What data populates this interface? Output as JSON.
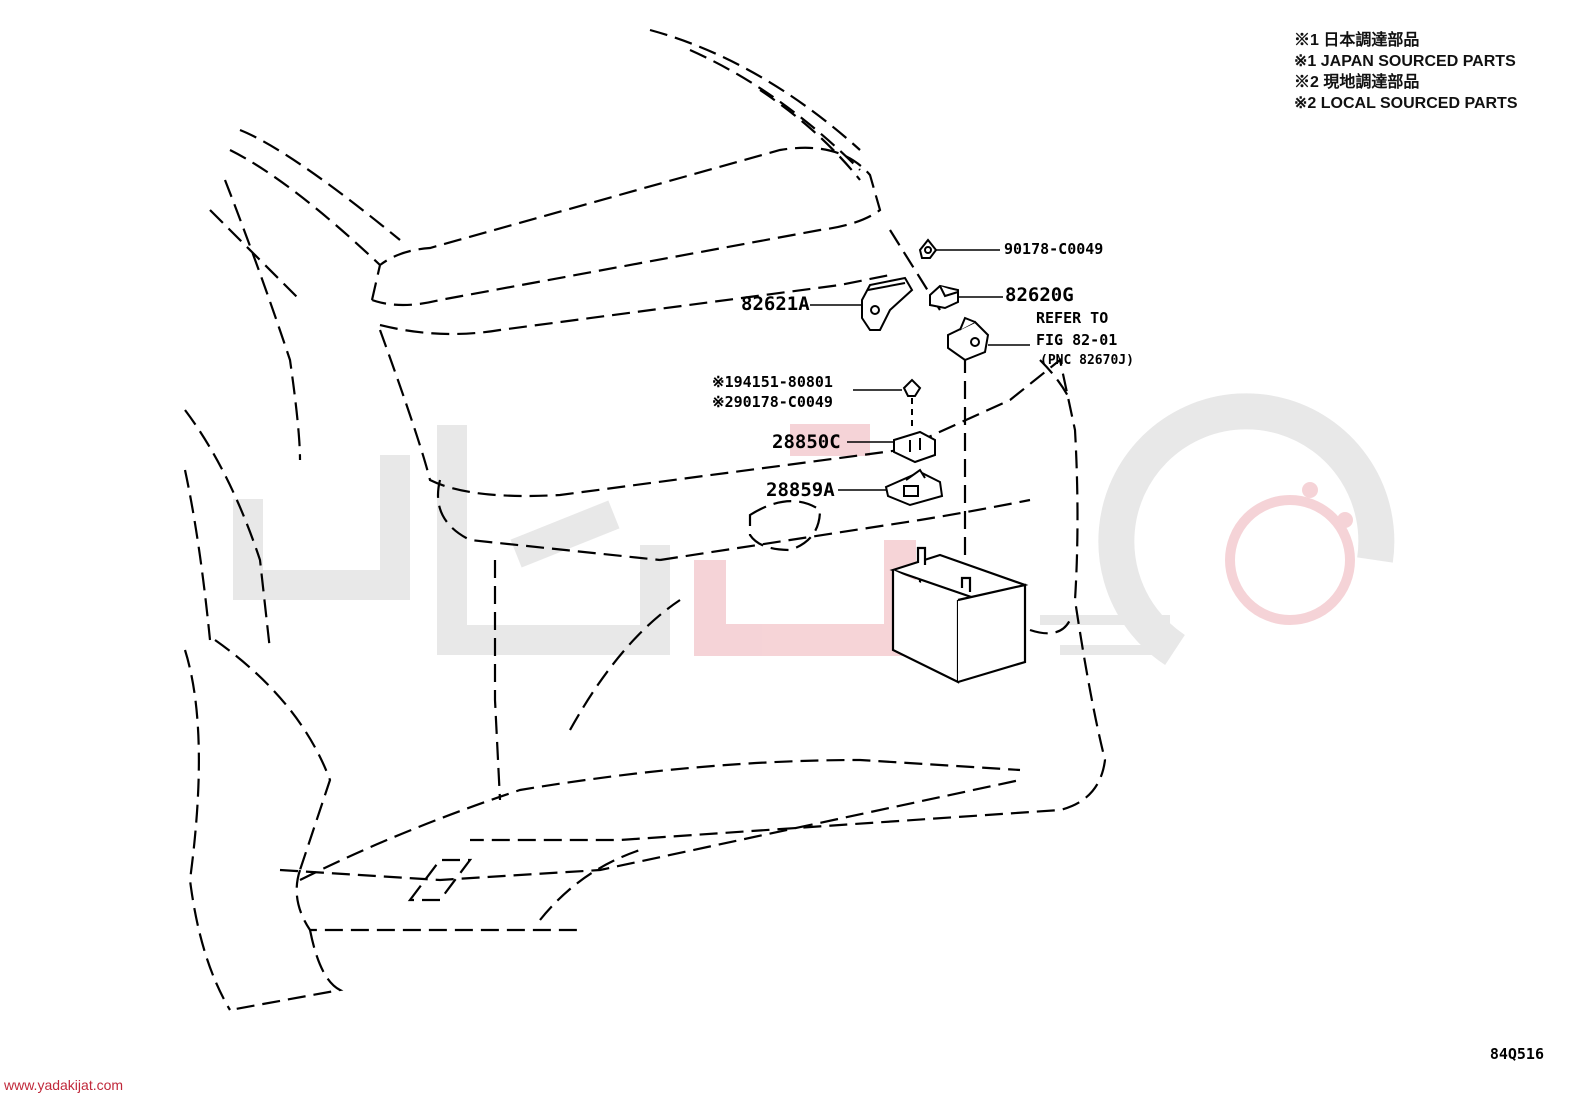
{
  "legend": {
    "line1": "※1 日本調達部品",
    "line2": "※1 JAPAN SOURCED PARTS",
    "line3": "※2 現地調達部品",
    "line4": "※2 LOCAL SOURCED PARTS"
  },
  "callouts": {
    "p90178": "90178-C0049",
    "p82620g": "82620G",
    "p82621a": "82621A",
    "refer1": "REFER TO",
    "refer2": "FIG 82-01",
    "refer3": "(PNC 82670J)",
    "note1": "※194151-80801",
    "note2": "※290178-C0049",
    "p28850c": "28850C",
    "p28859a": "28859A"
  },
  "diagram_code": "84Q516",
  "watermark": {
    "site": "www.yadakijat.com",
    "color_gray": "#e3e3e3",
    "color_red": "#f3c9cd"
  }
}
